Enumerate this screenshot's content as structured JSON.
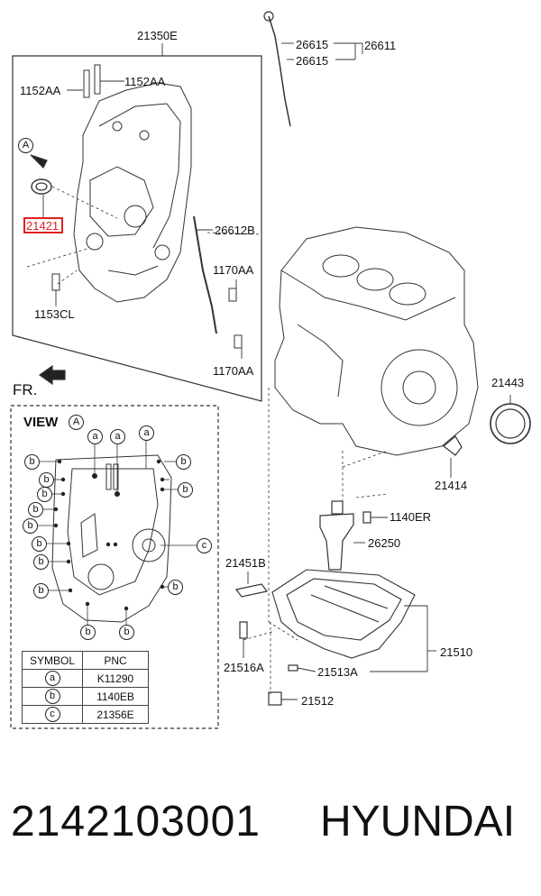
{
  "labels": {
    "l_21350E": "21350E",
    "l_1152AA_a": "1152AA",
    "l_1152AA_b": "1152AA",
    "l_A": "A",
    "l_21421": "21421",
    "l_26612B": "26612B",
    "l_1170AA_a": "1170AA",
    "l_1170AA_b": "1170AA",
    "l_1153CL": "1153CL",
    "l_FR": "FR.",
    "l_26615_a": "26615",
    "l_26615_b": "26615",
    "l_26611": "26611",
    "l_21443": "21443",
    "l_21414": "21414",
    "l_1140ER": "1140ER",
    "l_26250": "26250",
    "l_21451B": "21451B",
    "l_21516A": "21516A",
    "l_21513A": "21513A",
    "l_21510": "21510",
    "l_21512": "21512",
    "view_title": "VIEW",
    "view_letter": "A"
  },
  "symbols": {
    "a": "a",
    "b": "b",
    "c": "c"
  },
  "symbol_table": {
    "header_symbol": "SYMBOL",
    "header_pnc": "PNC",
    "rows": [
      {
        "symbol": "a",
        "pnc": "K11290"
      },
      {
        "symbol": "b",
        "pnc": "1140EB"
      },
      {
        "symbol": "c",
        "pnc": "21356E"
      }
    ]
  },
  "footer": {
    "part_number": "2142103001",
    "brand": "HYUNDAI"
  },
  "colors": {
    "highlight": "#e02020",
    "line": "#333333"
  }
}
